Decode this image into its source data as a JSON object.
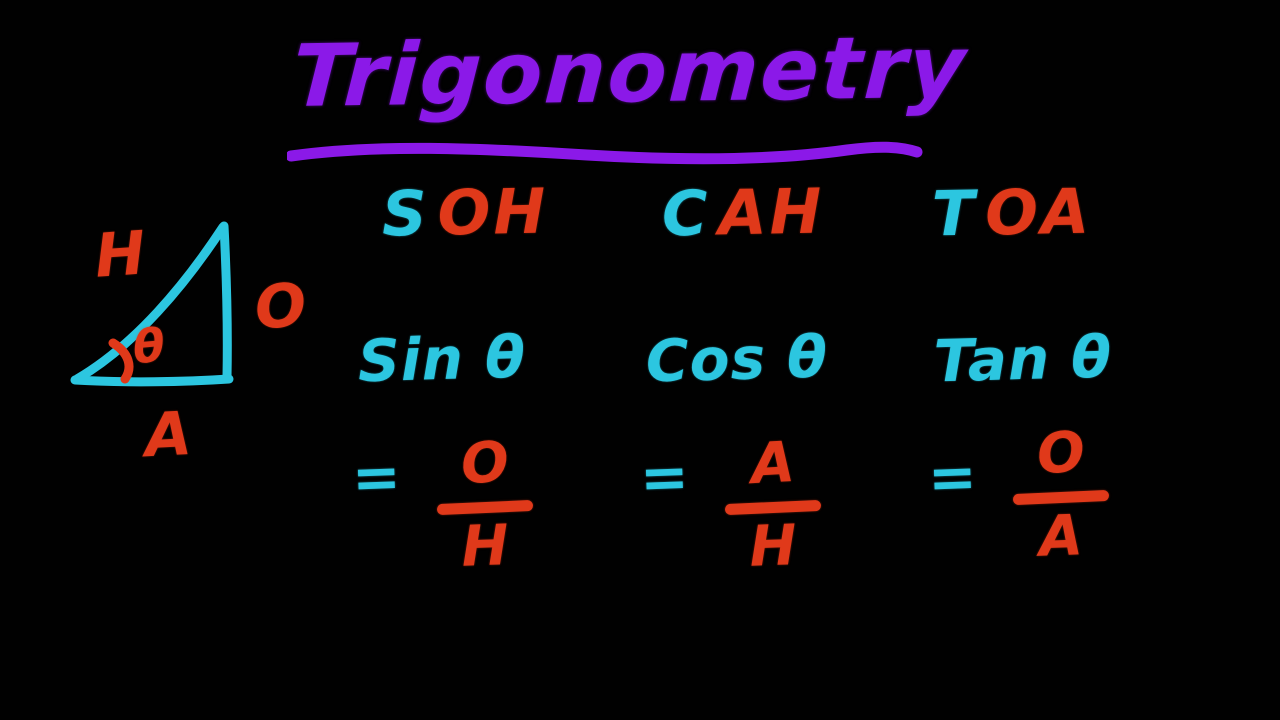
{
  "board": {
    "background_color": "#000000",
    "title": "Trigonometry",
    "title_color": "#8B19E8"
  },
  "palette": {
    "cyan": "#2CC6E0",
    "red": "#E0391A",
    "purple": "#8B19E8",
    "background": "#000000"
  },
  "diagram": {
    "name": "right-triangle",
    "stroke_color": "#2CC6E0",
    "angle_arc_color": "#E0391A",
    "labels": {
      "hypotenuse": "H",
      "opposite": "O",
      "adjacent": "A",
      "angle": "θ"
    }
  },
  "mnemonics": [
    {
      "id": "soh",
      "first": "S",
      "rest": "OH",
      "first_color": "#2CC6E0",
      "rest_color": "#E0391A"
    },
    {
      "id": "cah",
      "first": "C",
      "rest": "AH",
      "first_color": "#2CC6E0",
      "rest_color": "#E0391A"
    },
    {
      "id": "toa",
      "first": "T",
      "rest": "OA",
      "first_color": "#2CC6E0",
      "rest_color": "#E0391A"
    }
  ],
  "ratios": [
    {
      "id": "sin",
      "function": "Sin θ",
      "equals": "=",
      "numerator": "O",
      "denominator": "H",
      "function_color": "#2CC6E0",
      "fraction_color": "#E0391A"
    },
    {
      "id": "cos",
      "function": "Cos θ",
      "equals": "=",
      "numerator": "A",
      "denominator": "H",
      "function_color": "#2CC6E0",
      "fraction_color": "#E0391A"
    },
    {
      "id": "tan",
      "function": "Tan θ",
      "equals": "=",
      "numerator": "O",
      "denominator": "A",
      "function_color": "#2CC6E0",
      "fraction_color": "#E0391A"
    }
  ]
}
